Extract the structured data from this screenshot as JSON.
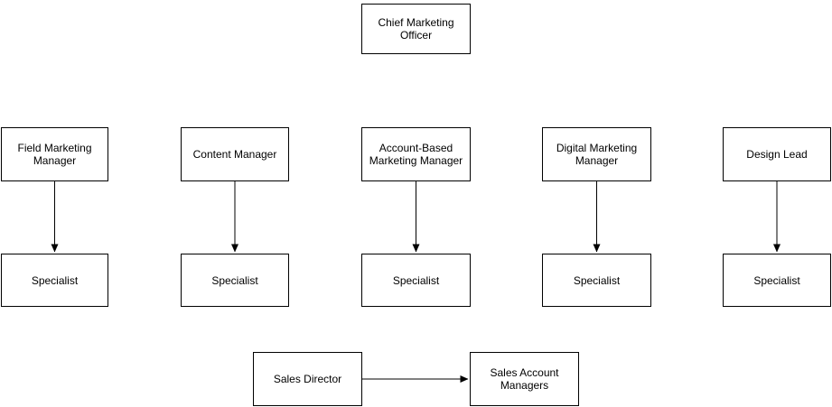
{
  "diagram": {
    "type": "org-chart",
    "nodes": {
      "cmo": {
        "label": "Chief Marketing Officer"
      },
      "field_marketing_manager": {
        "label": "Field Marketing Manager"
      },
      "content_manager": {
        "label": "Content Manager"
      },
      "account_based_marketing_manager": {
        "label": "Account-Based Marketing Manager"
      },
      "digital_marketing_manager": {
        "label": "Digital Marketing Manager"
      },
      "design_lead": {
        "label": "Design Lead"
      },
      "specialist_field": {
        "label": "Specialist"
      },
      "specialist_content": {
        "label": "Specialist"
      },
      "specialist_account_based": {
        "label": "Specialist"
      },
      "specialist_digital": {
        "label": "Specialist"
      },
      "specialist_design": {
        "label": "Specialist"
      },
      "sales_director": {
        "label": "Sales Director"
      },
      "sales_account_managers": {
        "label": "Sales Account Managers"
      }
    },
    "edges": [
      {
        "from": "Field Marketing Manager",
        "to": "Specialist",
        "direction": "down",
        "arrowhead": "filled-triangle"
      },
      {
        "from": "Content Manager",
        "to": "Specialist",
        "direction": "down",
        "arrowhead": "filled-triangle"
      },
      {
        "from": "Account-Based Marketing Manager",
        "to": "Specialist",
        "direction": "down",
        "arrowhead": "filled-triangle"
      },
      {
        "from": "Digital Marketing Manager",
        "to": "Specialist",
        "direction": "down",
        "arrowhead": "filled-triangle"
      },
      {
        "from": "Design Lead",
        "to": "Specialist",
        "direction": "down",
        "arrowhead": "filled-triangle"
      },
      {
        "from": "Sales Director",
        "to": "Sales Account Managers",
        "direction": "right",
        "arrowhead": "filled-triangle"
      }
    ],
    "colors": {
      "background": "#ffffff",
      "box_fill": "#ffffff",
      "box_border": "#000000",
      "text": "#000000",
      "arrow": "#000000"
    }
  }
}
